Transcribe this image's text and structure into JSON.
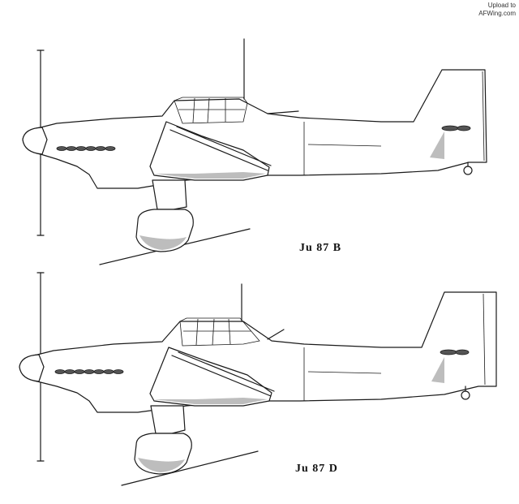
{
  "watermark": {
    "line1": "Upload to",
    "line2": "AFWing.com"
  },
  "views": [
    {
      "label": "Ju  87  B"
    },
    {
      "label": "Ju  87  D"
    }
  ]
}
